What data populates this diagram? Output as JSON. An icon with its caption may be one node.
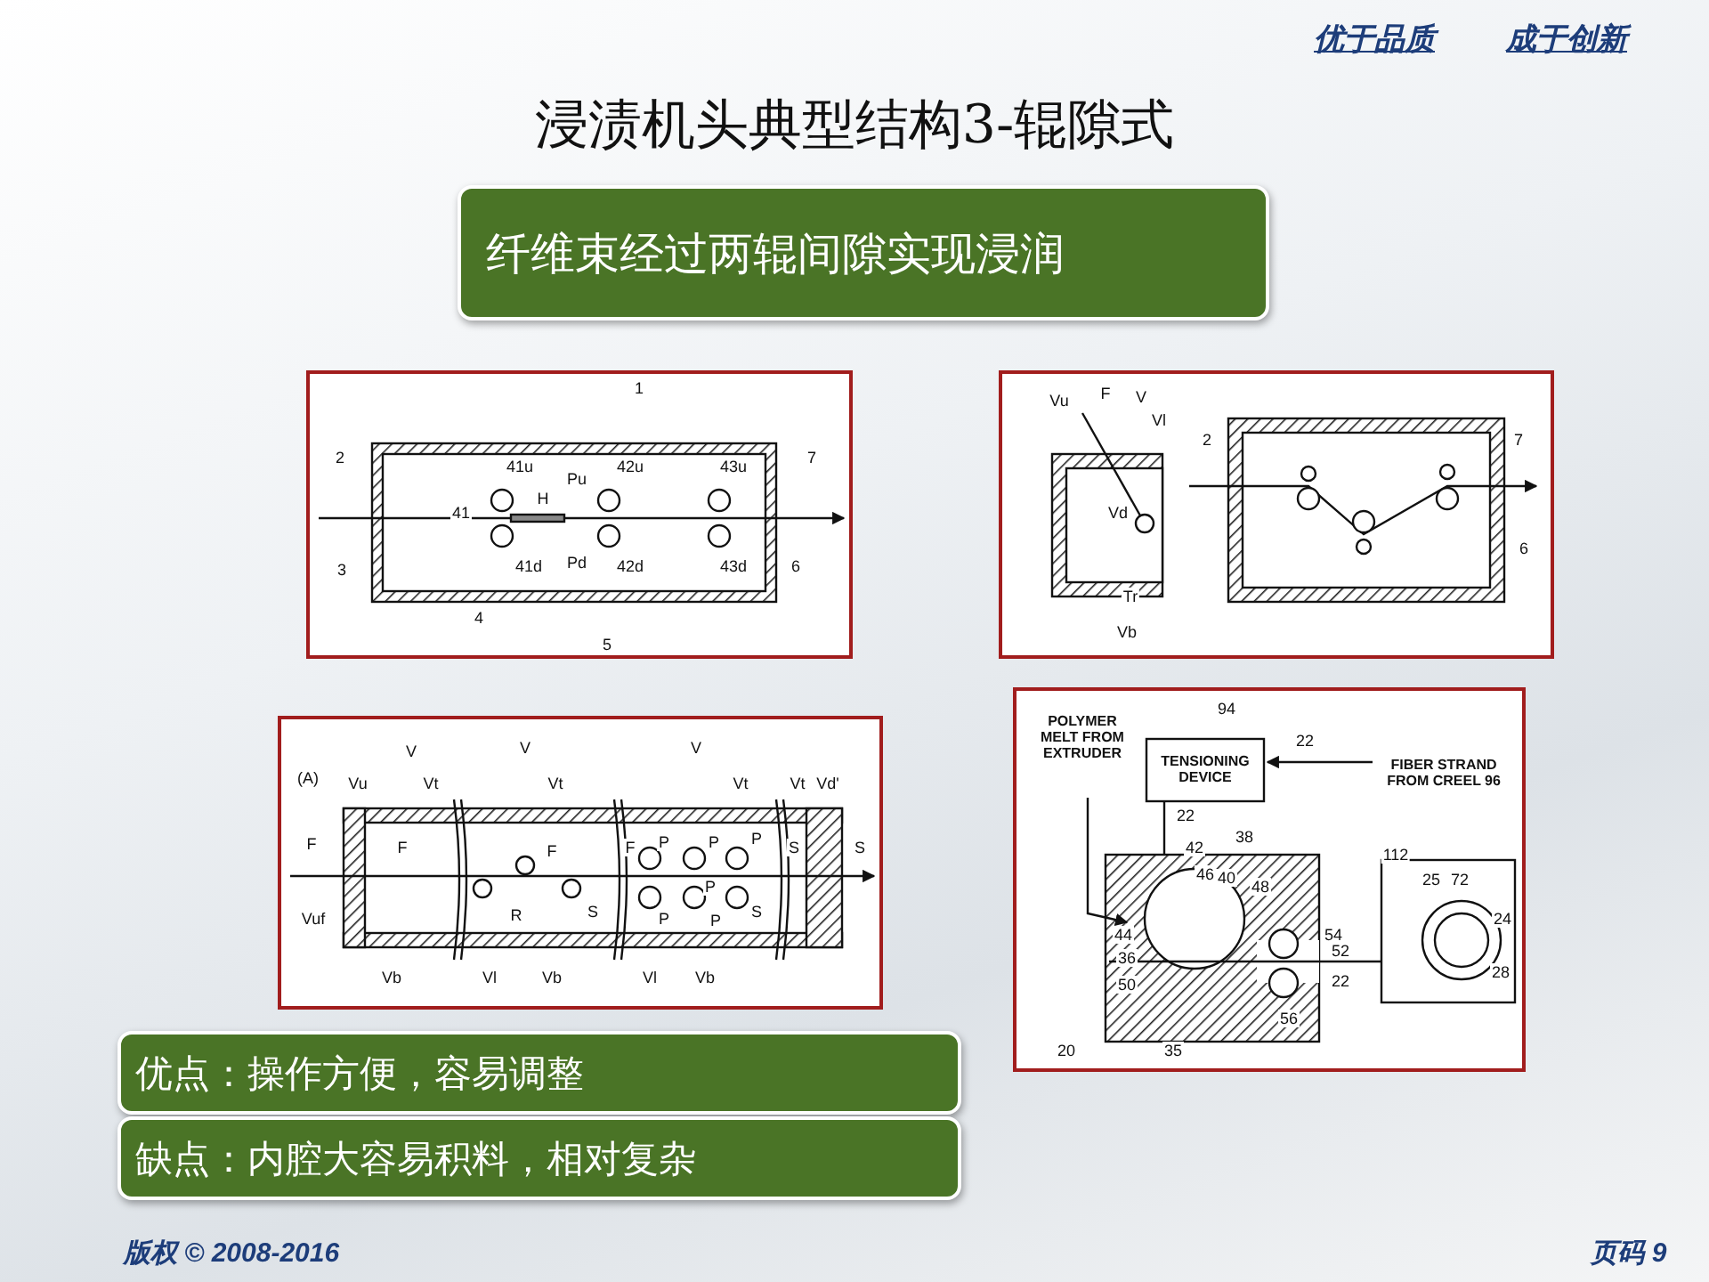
{
  "diagram": {
    "title": "浸渍机头典型结构3-辊隙式",
    "nodes": [
      {
        "text": [
          "纤维束经过两辊间隙实现浸润"
        ]
      },
      {
        "text": [],
        "shape": "picture"
      },
      {
        "text": [],
        "shape": "picture"
      },
      {
        "text": [],
        "shape": "picture"
      },
      {
        "text": [],
        "shape": "picture"
      },
      {
        "text": [
          "优点：操作方便，容易调整"
        ]
      },
      {
        "text": [
          "缺点：内腔大容易积料，相对复杂"
        ]
      }
    ],
    "edges": [],
    "labels": [
      "优于品质",
      "成于创新",
      "1",
      "2",
      "7",
      "41u",
      "Pu",
      "42u",
      "43u",
      "41",
      "H",
      "3",
      "41d",
      "Pd",
      "42d",
      "43d",
      "6",
      "4",
      "5",
      "Vu",
      "F",
      "V",
      "Vl",
      "2",
      "7",
      "Vd",
      "Tr",
      "6",
      "Vb",
      "(A)",
      "Vu",
      "V",
      "Vt",
      "V",
      "Vt",
      "V",
      "Vt",
      "Vt",
      "Vd'",
      "F",
      "F",
      "F",
      "F",
      "P",
      "P",
      "P",
      "S",
      "S",
      "Vuf",
      "R",
      "S",
      "P",
      "P",
      "P",
      "S",
      "Vb",
      "Vl",
      "Vb",
      "Vl",
      "Vb",
      "94",
      "22",
      "POLYMER MELT FROM EXTRUDER",
      "TENSIONING DEVICE",
      "FIBER STRAND FROM CREEL 96",
      "22",
      "38",
      "42",
      "46",
      "40",
      "48",
      "112",
      "25",
      "72",
      "44",
      "54",
      "52",
      "24",
      "36",
      "22",
      "28",
      "50",
      "56",
      "20",
      "35",
      "版权 © 2008-2016",
      "页码 9"
    ]
  }
}
